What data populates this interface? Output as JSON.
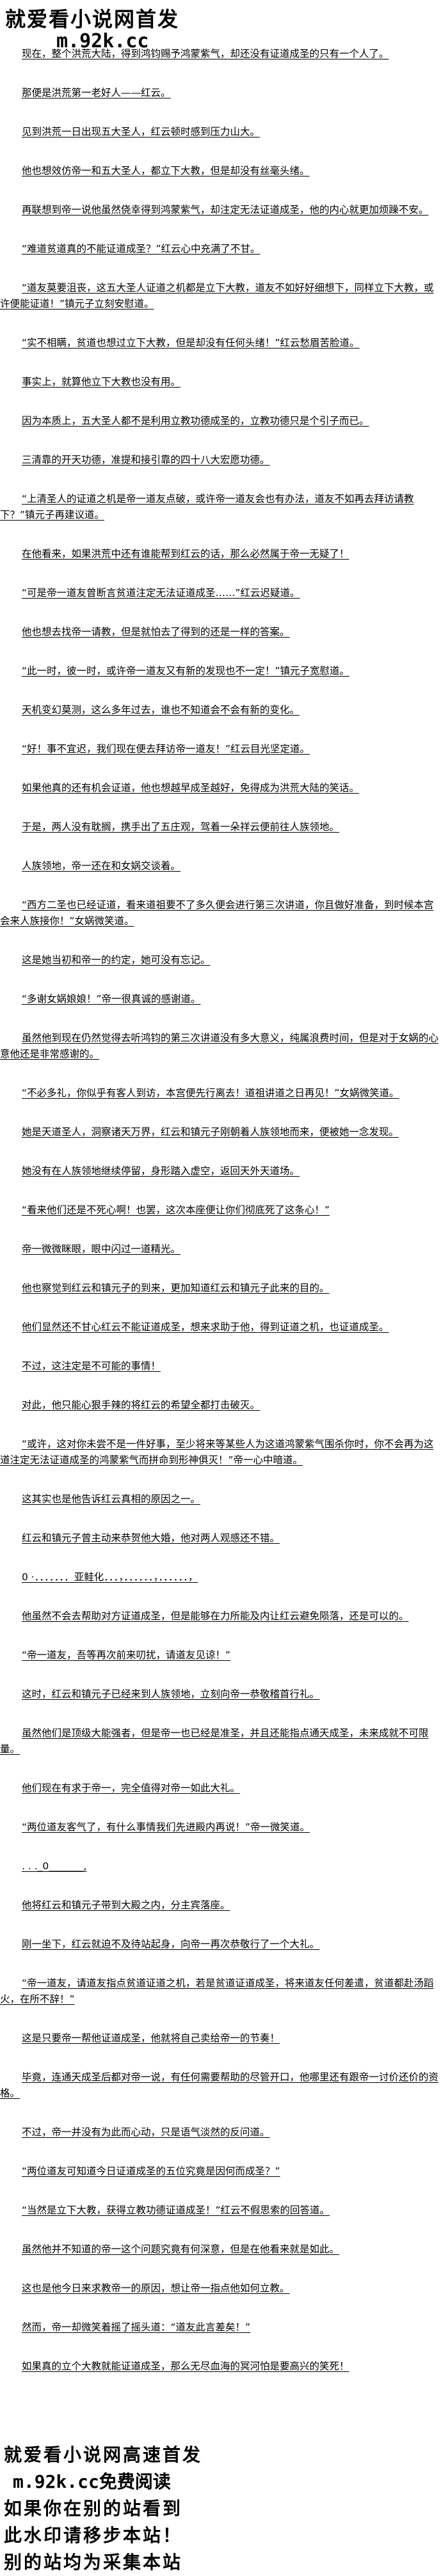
{
  "watermark_top": {
    "title": "就爱看小说网首发",
    "url": "m.92k.cc"
  },
  "paragraphs": [
    "现在，整个洪荒大陆，得到鸿钧赐予鸿蒙紫气，却还没有证道成圣的只有一个人了。",
    "那便是洪荒第一老好人——红云。",
    "见到洪荒一日出现五大圣人，红云顿时感到压力山大。",
    "他也想效仿帝一和五大圣人，都立下大教，但是却没有丝毫头绪。",
    "再联想到帝一说他虽然侥幸得到鸿蒙紫气，却注定无法证道成圣，他的内心就更加烦躁不安。",
    "“难道贫道真的不能证道成圣？”红云心中充满了不甘。",
    "“道友莫要沮丧，这五大圣人证道之机都是立下大教，道友不如好好细想下，同样立下大教，或许便能证道！”镇元子立刻安慰道。",
    "“实不相瞒，贫道也想过立下大教，但是却没有任何头绪！”红云愁眉苦脸道。",
    "事实上，就算他立下大教也没有用。",
    "因为本质上，五大圣人都不是利用立教功德成圣的，立教功德只是个引子而已。",
    "三清靠的开天功德，准提和接引靠的四十八大宏愿功德。",
    "“上清圣人的证道之机是帝一道友点破，或许帝一道友会也有办法，道友不如再去拜访请教下？”镇元子再建议道。",
    "在他看来，如果洪荒中还有谁能帮到红云的话，那么必然属于帝一无疑了！",
    "“可是帝一道友曾断言贫道注定无法证道成圣……”红云迟疑道。",
    "他也想去找帝一请教，但是就怕去了得到的还是一样的答案。",
    "“此一时，彼一时，或许帝一道友又有新的发现也不一定！”镇元子宽慰道。",
    "天机变幻莫测，这么多年过去，谁也不知道会不会有新的变化。",
    "“好！事不宜迟，我们现在便去拜访帝一道友！”红云目光坚定道。",
    "如果他真的还有机会证道，他也想越早成圣越好，免得成为洪荒大陆的笑话。",
    "于是，两人没有耽搁，携手出了五庄观，驾着一朵祥云便前往人族领地。",
    "人族领地，帝一还在和女娲交谈着。",
    "“西方二圣也已经证道，看来道祖要不了多久便会进行第三次讲道，你且做好准备，到时候本宫会来人族接你！”女娲微笑道。",
    "这是她当初和帝一的约定，她可没有忘记。",
    "“多谢女娲娘娘！”帝一很真诚的感谢道。",
    "虽然他到现在仍然觉得去听鸿钧的第三次讲道没有多大意义，纯属浪费时间，但是对于女娲的心意他还是非常感谢的。",
    "“不必多礼，你似乎有客人到访，本宫便先行离去！道祖讲道之日再见！”女娲微笑道。",
    "她是天道圣人，洞察诸天万界，红云和镇元子刚朝着人族领地而来，便被她一念发现。",
    "她没有在人族领地继续停留，身形踏入虚空，返回天外天道场。",
    "“看来他们还是不死心啊！也罢，这次本座便让你们彻底死了这条心！”",
    "帝一微微眯眼，眼中闪过一道精光。",
    "他也察觉到红云和镇元子的到来，更加知道红云和镇元子此来的目的。",
    "他们显然还不甘心红云不能证道成圣，想来求助于他，得到证道之机，也证道成圣。",
    "不过，这注定是不可能的事情！",
    "对此，他只能心狠手辣的将红云的希望全都打击破灭。",
    "“或许，这对你未尝不是一件好事，至少将来等某些人为这道鸿蒙紫气围杀你时，你不会再为这道注定无法证道成圣的鸿蒙紫气而拼命到形神俱灭！”帝一心中暗道。",
    "这其实也是他告诉红云真相的原因之一。",
    "红云和镇元子曾主动来恭贺他大婚，他对两人观感还不错。",
    "0 ·．．．．．．．亚鲑化．．．，．．．．．．，．．．．．．，",
    "他虽然不会去帮助对方证道成圣，但是能够在力所能及内让红云避免陨落，还是可以的。",
    "“帝一道友，吾等再次前来叨扰，请道友见谅！”",
    "这时，红云和镇元子已经来到人族领地，立刻向帝一恭敬稽首行礼。",
    "虽然他们是顶级大能强者，但是帝一也已经是准圣，并且还能指点通天成圣，未来成就不可限量。",
    "他们现在有求于帝一，完全值得对帝一如此大礼。",
    "“两位道友客气了，有什么事情我们先进殿内再说！”帝一微笑道。",
    ". . ._0_______,",
    "他将红云和镇元子带到大殿之内，分主宾落座。",
    "刚一坐下，红云就迫不及待站起身，向帝一再次恭敬行了一个大礼。",
    "“帝一道友，请道友指点贫道证道之机，若是贫道证道成圣，将来道友任何差遣，贫道都赴汤蹈火，在所不辞！”",
    "这是只要帝一帮他证道成圣，他就将自己卖给帝一的节奏！",
    "毕竟，连通天成圣后都对帝一说，有任何需要帮助的尽管开口，他哪里还有跟帝一讨价还价的资格。",
    "不过，帝一并没有为此而心动，只是语气淡然的反问道。",
    "“两位道友可知道今日证道成圣的五位究竟是因何而成圣？”",
    "“当然是立下大教，获得立教功德证道成圣！”红云不假思索的回答道。",
    "虽然他并不知道的帝一这个问题究竟有何深意，但是在他看来就是如此。",
    "这也是他今日来求教帝一的原因，想让帝一指点他如何立教。",
    "然而，帝一却微笑着摇了摇头道：“道友此言差矣！”",
    "如果真的立个大教就能证道成圣，那么无尽血海的冥河怕是要高兴的笑死！"
  ],
  "watermark_bottom": {
    "line1": "就爱看小说网高速首发",
    "url": "m.92k.cc",
    "line2_suffix": "免费阅读",
    "line3": "如果你在别的站看到",
    "line4": "此水印请移步本站！",
    "line5": "别的站均为采集本站"
  }
}
